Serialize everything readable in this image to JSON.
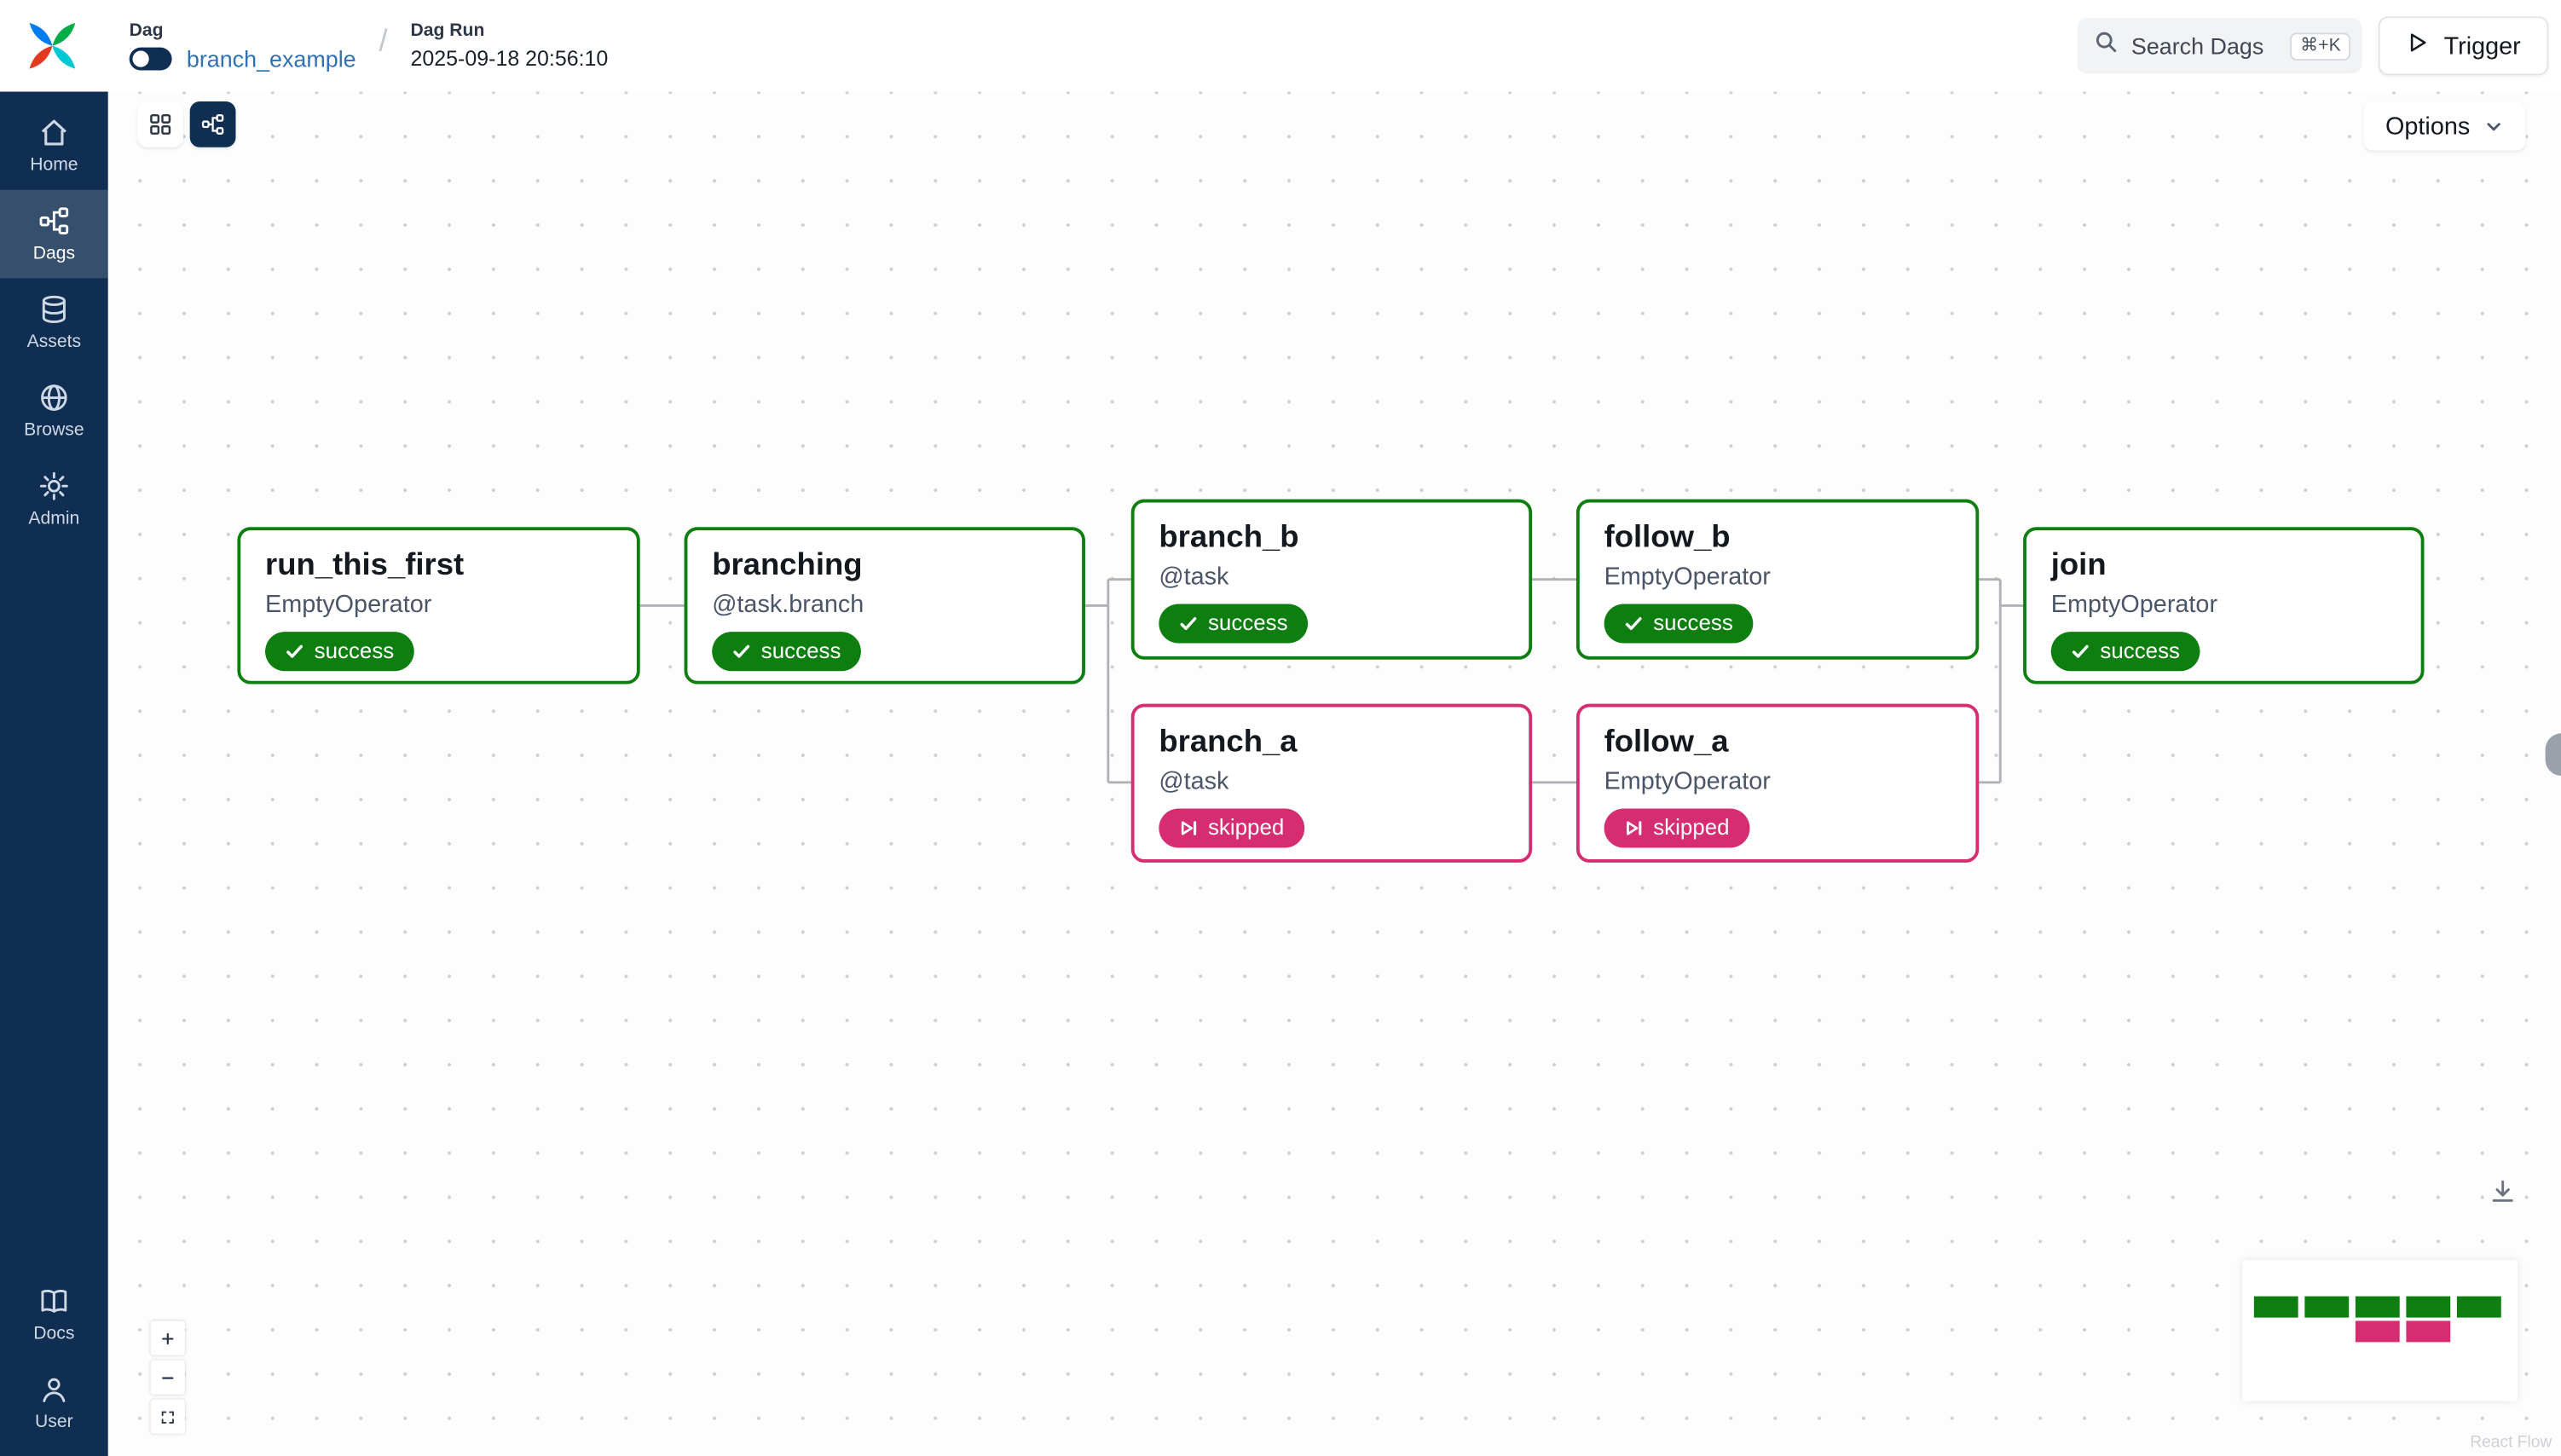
{
  "app": {
    "title": "Airflow"
  },
  "colors": {
    "success": "#0e7e10",
    "skipped": "#d62d72",
    "sidebar_bg": "#0f2e52",
    "link": "#3070b3"
  },
  "header": {
    "breadcrumb": {
      "dag_label": "Dag",
      "dag_name": "branch_example",
      "separator": "/",
      "dag_run_label": "Dag Run",
      "dag_run_value": "2025-09-18 20:56:10"
    },
    "search": {
      "label": "Search Dags",
      "shortcut": "⌘+K"
    },
    "trigger_label": "Trigger"
  },
  "sidebar": {
    "items": [
      {
        "label": "Home",
        "active": false
      },
      {
        "label": "Dags",
        "active": true
      },
      {
        "label": "Assets",
        "active": false
      },
      {
        "label": "Browse",
        "active": false
      },
      {
        "label": "Admin",
        "active": false
      }
    ],
    "footer_items": [
      {
        "label": "Docs"
      },
      {
        "label": "User"
      }
    ]
  },
  "canvas": {
    "options_label": "Options",
    "attribution": "React Flow"
  },
  "graph": {
    "nodes": [
      {
        "id": "run_this_first",
        "title": "run_this_first",
        "operator": "EmptyOperator",
        "state": "success"
      },
      {
        "id": "branching",
        "title": "branching",
        "operator": "@task.branch",
        "state": "success"
      },
      {
        "id": "branch_b",
        "title": "branch_b",
        "operator": "@task",
        "state": "success"
      },
      {
        "id": "branch_a",
        "title": "branch_a",
        "operator": "@task",
        "state": "skipped"
      },
      {
        "id": "follow_b",
        "title": "follow_b",
        "operator": "EmptyOperator",
        "state": "success"
      },
      {
        "id": "follow_a",
        "title": "follow_a",
        "operator": "EmptyOperator",
        "state": "skipped"
      },
      {
        "id": "join",
        "title": "join",
        "operator": "EmptyOperator",
        "state": "success"
      }
    ],
    "edges": [
      {
        "from": "run_this_first",
        "to": "branching"
      },
      {
        "from": "branching",
        "to": "branch_b"
      },
      {
        "from": "branching",
        "to": "branch_a"
      },
      {
        "from": "branch_b",
        "to": "follow_b"
      },
      {
        "from": "branch_a",
        "to": "follow_a"
      },
      {
        "from": "follow_b",
        "to": "join"
      },
      {
        "from": "follow_a",
        "to": "join"
      }
    ]
  }
}
